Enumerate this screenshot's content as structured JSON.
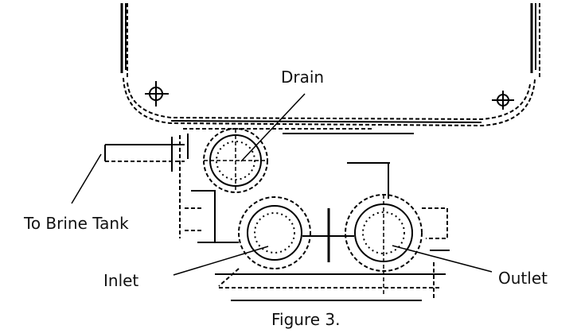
{
  "diagram": {
    "labels": {
      "drain": "Drain",
      "brine": "To Brine Tank",
      "inlet": "Inlet",
      "outlet": "Outlet"
    },
    "caption": "Figure 3."
  }
}
